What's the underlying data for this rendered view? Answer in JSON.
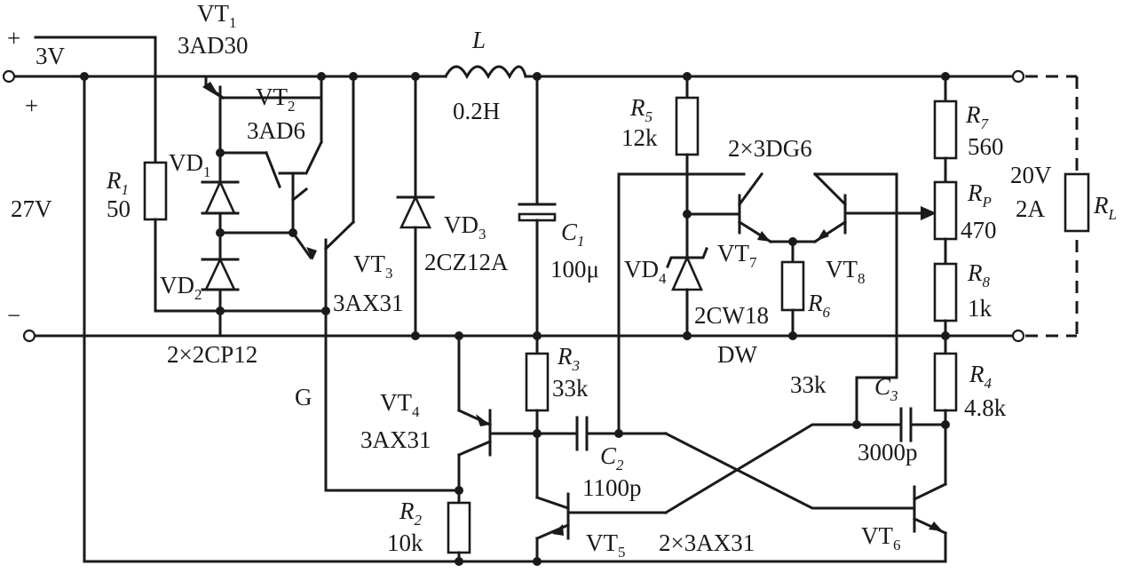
{
  "input": {
    "plus_top": "+",
    "voltage_small": "3V",
    "plus_side": "+",
    "voltage_main": "27V",
    "minus": "−"
  },
  "output": {
    "voltage": "20V",
    "current": "2A",
    "load_letter": "R",
    "load_sub": "L"
  },
  "components": {
    "VT1": {
      "name": "VT",
      "sub": "1",
      "part": "3AD30"
    },
    "VT2": {
      "name": "VT",
      "sub": "2",
      "part": "3AD6"
    },
    "VT3": {
      "name": "VT",
      "sub": "3",
      "part": "3AX31"
    },
    "VT4": {
      "name": "VT",
      "sub": "4",
      "part": "3AX31"
    },
    "VT5": {
      "name": "VT",
      "sub": "5"
    },
    "VT6": {
      "name": "VT",
      "sub": "6"
    },
    "VT7": {
      "name": "VT",
      "sub": "7"
    },
    "VT8": {
      "name": "VT",
      "sub": "8"
    },
    "pair_top": "2×3DG6",
    "pair_bottom": "2×3AX31",
    "VD1": {
      "name": "VD",
      "sub": "1"
    },
    "VD2": {
      "name": "VD",
      "sub": "2"
    },
    "VD12_part": "2×2CP12",
    "VD3": {
      "name": "VD",
      "sub": "3",
      "part": "2CZ12A"
    },
    "VD4": {
      "name": "VD",
      "sub": "4",
      "part": "2CW18"
    },
    "DW": "DW",
    "G": "G",
    "R1": {
      "name": "R",
      "sub": "1",
      "value": "50"
    },
    "R2": {
      "name": "R",
      "sub": "2",
      "value": "10k"
    },
    "R3": {
      "name": "R",
      "sub": "3",
      "value": "33k"
    },
    "R4": {
      "name": "R",
      "sub": "4",
      "value": "4.8k"
    },
    "R5": {
      "name": "R",
      "sub": "5",
      "value": "12k"
    },
    "R6": {
      "name": "R",
      "sub": "6"
    },
    "R6_value": "33k",
    "R7": {
      "name": "R",
      "sub": "7",
      "value": "560"
    },
    "R8": {
      "name": "R",
      "sub": "8",
      "value": "1k"
    },
    "RP": {
      "name": "R",
      "sub": "P",
      "value": "470"
    },
    "L": {
      "name": "L",
      "value": "0.2H"
    },
    "C1": {
      "name": "C",
      "sub": "1",
      "value": "100μ"
    },
    "C2": {
      "name": "C",
      "sub": "2",
      "value": "1100p"
    },
    "C3": {
      "name": "C",
      "sub": "3",
      "value": "3000p"
    }
  }
}
